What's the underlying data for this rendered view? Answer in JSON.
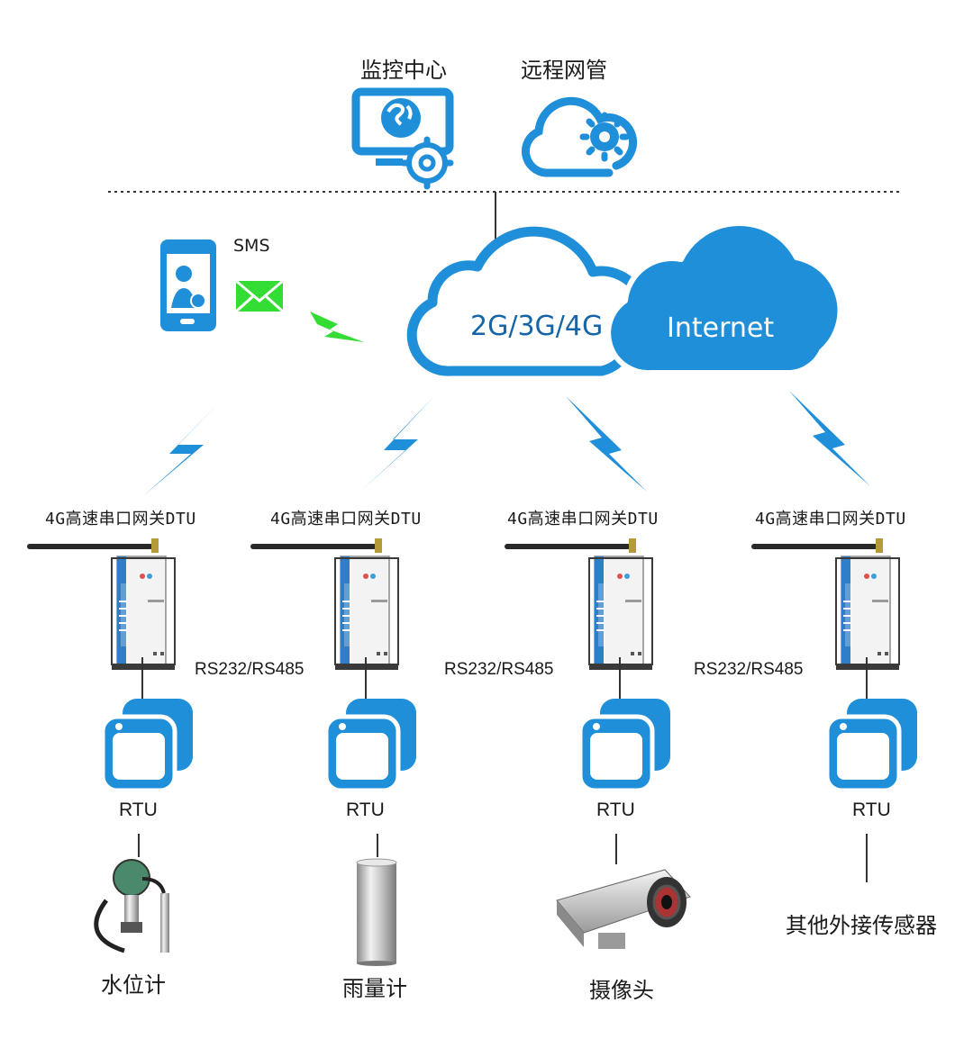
{
  "top": {
    "monitor_label": "监控中心",
    "cloud_mgmt_label": "远程网管"
  },
  "sms_label": "SMS",
  "cloud": {
    "network_label": "2G/3G/4G",
    "internet_label": "Internet"
  },
  "nodes": [
    {
      "dtu_label": "4G高速串口网关DTU",
      "bus_label": "",
      "rtu_label": "RTU",
      "device_label": "水位计"
    },
    {
      "dtu_label": "4G高速串口网关DTU",
      "bus_label": "RS232/RS485",
      "rtu_label": "RTU",
      "device_label": "雨量计"
    },
    {
      "dtu_label": "4G高速串口网关DTU",
      "bus_label": "RS232/RS485",
      "rtu_label": "RTU",
      "device_label": "摄像头"
    },
    {
      "dtu_label": "4G高速串口网关DTU",
      "bus_label": "RS232/RS485",
      "rtu_label": "RTU",
      "device_label": "其他外接传感器"
    }
  ],
  "colors": {
    "accent_blue": "#1f8fd9",
    "dark_blue": "#1565a8",
    "sms_green": "#33dd33"
  }
}
